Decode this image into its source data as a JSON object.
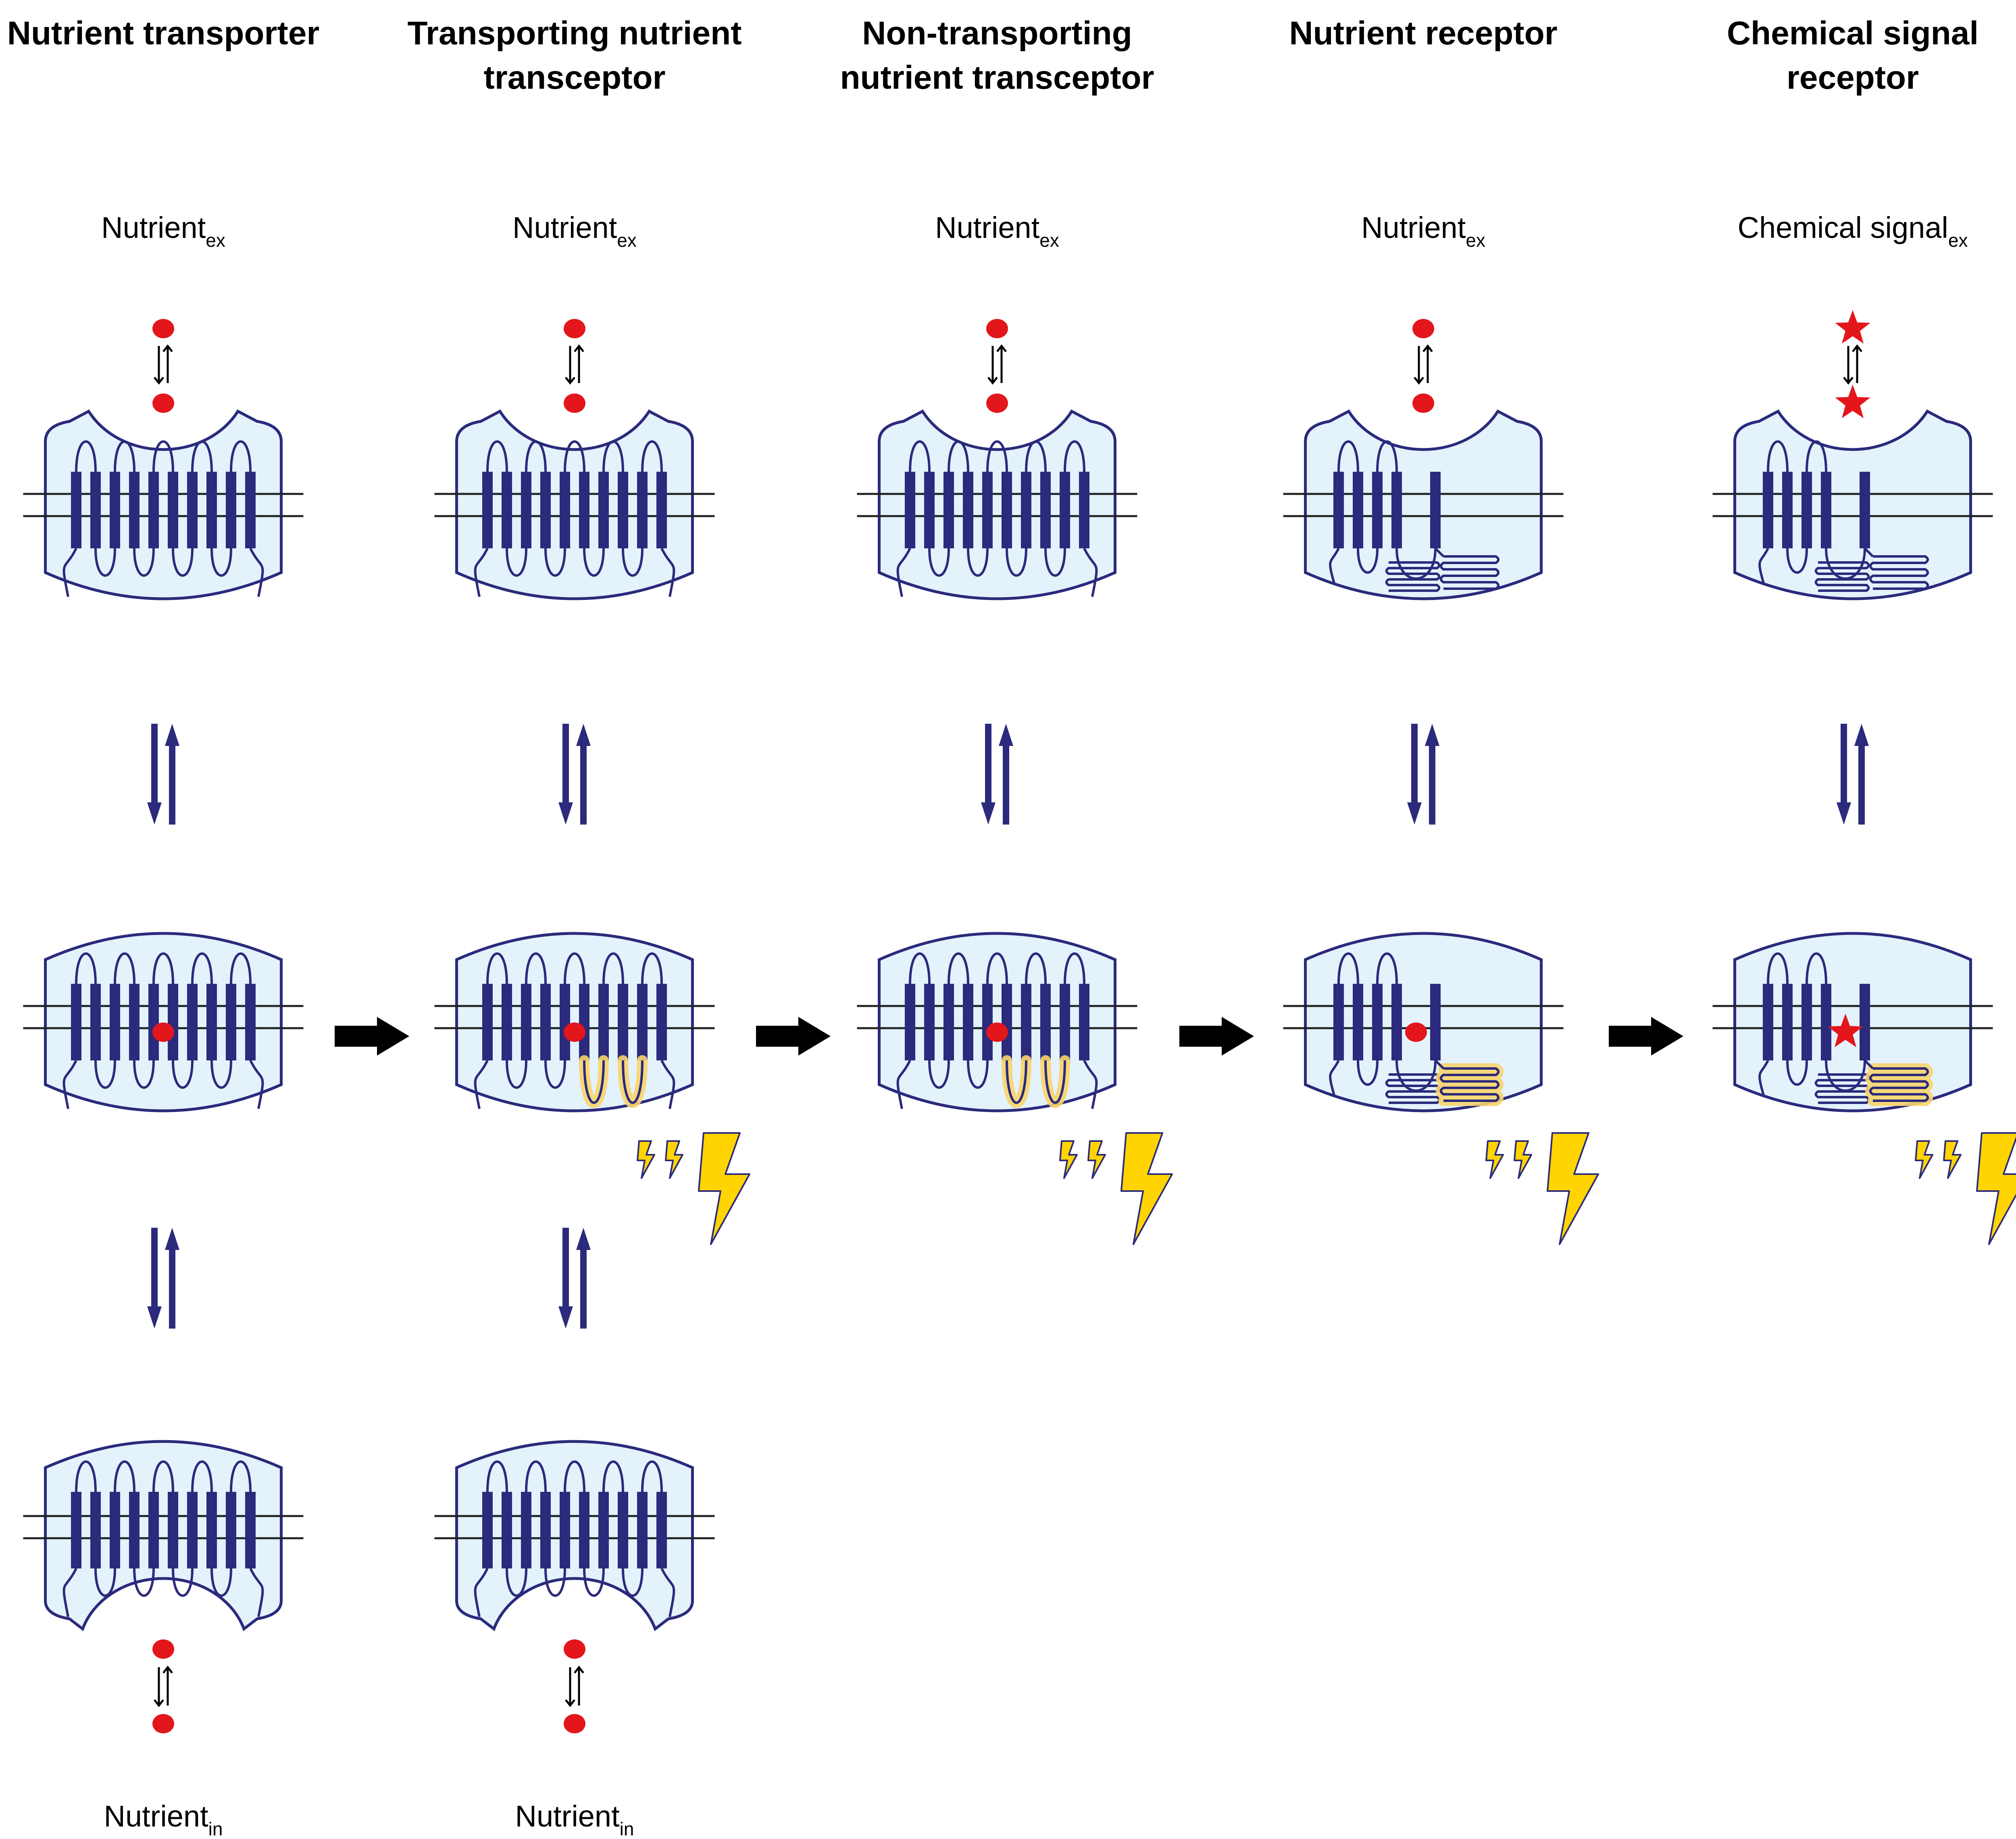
{
  "columns": [
    {
      "title_lines": [
        "Nutrient transporter"
      ],
      "top_label": {
        "base": "Nutrient",
        "sub": "ex"
      },
      "bottom_label": {
        "base": "Nutrient",
        "sub": "in"
      },
      "ligand": "circle",
      "domain_type": "transporter",
      "rows": [
        "outward",
        "bound",
        "inward"
      ],
      "signals": false
    },
    {
      "title_lines": [
        "Transporting nutrient",
        "transceptor"
      ],
      "top_label": {
        "base": "Nutrient",
        "sub": "ex"
      },
      "bottom_label": {
        "base": "Nutrient",
        "sub": "in"
      },
      "ligand": "circle",
      "domain_type": "transporter",
      "rows": [
        "outward",
        "bound",
        "inward"
      ],
      "signals": true
    },
    {
      "title_lines": [
        "Non-transporting",
        "nutrient transceptor"
      ],
      "top_label": {
        "base": "Nutrient",
        "sub": "ex"
      },
      "bottom_label": null,
      "ligand": "circle",
      "domain_type": "transporter",
      "rows": [
        "outward",
        "bound"
      ],
      "signals": true
    },
    {
      "title_lines": [
        "Nutrient receptor"
      ],
      "top_label": {
        "base": "Nutrient",
        "sub": "ex"
      },
      "bottom_label": null,
      "ligand": "circle",
      "domain_type": "receptor",
      "rows": [
        "outward",
        "bound"
      ],
      "signals": true
    },
    {
      "title_lines": [
        "Chemical signal",
        "receptor"
      ],
      "top_label": {
        "base": "Chemical signal",
        "sub": "ex"
      },
      "bottom_label": null,
      "ligand": "star",
      "domain_type": "receptor",
      "rows": [
        "outward",
        "bound"
      ],
      "signals": true
    }
  ],
  "colors": {
    "protein_fill": "#e3f2fb",
    "helix": "#2b2a7c",
    "ligand": "#e3161b",
    "bolt": "#ffd400",
    "signal_glow": "#f7d46b",
    "membrane": "#222222",
    "arrow": "#000000"
  }
}
